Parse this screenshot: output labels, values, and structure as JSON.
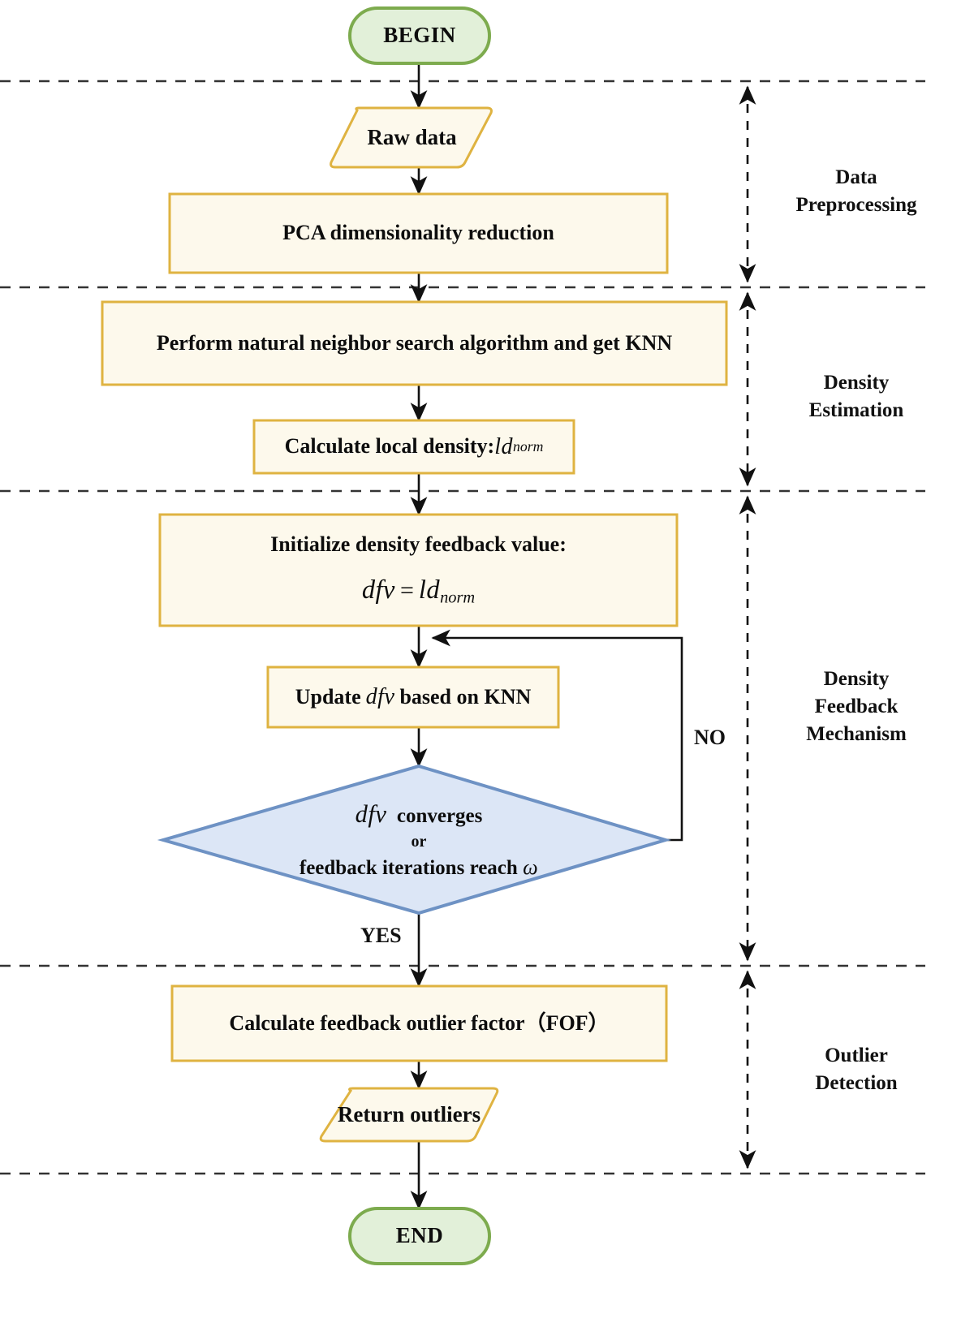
{
  "diagram": {
    "type": "flowchart",
    "title": "Density feedback outlier detection flowchart",
    "colors": {
      "terminal_fill": "#E2F0D9",
      "terminal_stroke": "#7DAB4E",
      "process_fill": "#FDF9EC",
      "process_stroke": "#DFB341",
      "decision_fill": "#DCE6F6",
      "decision_stroke": "#6E92C4",
      "connector": "#111111",
      "section_divider": "#333333",
      "text": "#0D0D0D"
    }
  },
  "nodes": {
    "begin": {
      "label": "BEGIN",
      "shape": "terminal"
    },
    "raw_data": {
      "label": "Raw data",
      "shape": "parallelogram"
    },
    "pca": {
      "label": "PCA dimensionality reduction",
      "shape": "process"
    },
    "knn": {
      "label": "Perform natural neighbor search algorithm and get KNN",
      "shape": "process"
    },
    "local_density": {
      "shape": "process",
      "label_prefix": "Calculate local density: ",
      "symbol": "ld",
      "symbol_sub": "norm"
    },
    "init_dfv": {
      "shape": "process",
      "line1": "Initialize density feedback value:",
      "eq_left": "dfv",
      "eq_op": "=",
      "eq_right": "ld",
      "eq_right_sub": "norm"
    },
    "update_dfv": {
      "shape": "process",
      "prefix": "Update ",
      "symbol": "dfv",
      "suffix": " based on KNN"
    },
    "decision": {
      "shape": "diamond",
      "line1_symbol": "dfv",
      "line1_text": "converges",
      "line2": "or",
      "line3": "feedback iterations reach ",
      "line3_symbol": "ω"
    },
    "fof": {
      "label": "Calculate feedback outlier factor（FOF）",
      "shape": "process"
    },
    "return_outliers": {
      "label": "Return outliers",
      "shape": "parallelogram"
    },
    "end": {
      "label": "END",
      "shape": "terminal"
    }
  },
  "edge_labels": {
    "no": "NO",
    "yes": "YES"
  },
  "phases": [
    {
      "id": "data-preprocessing",
      "line1": "Data",
      "line2": "Preprocessing",
      "line3": ""
    },
    {
      "id": "density-estimation",
      "line1": "Density",
      "line2": "Estimation",
      "line3": ""
    },
    {
      "id": "density-feedback-mechanism",
      "line1": "Density",
      "line2": "Feedback",
      "line3": "Mechanism"
    },
    {
      "id": "outlier-detection",
      "line1": "Outlier",
      "line2": "Detection",
      "line3": ""
    }
  ]
}
